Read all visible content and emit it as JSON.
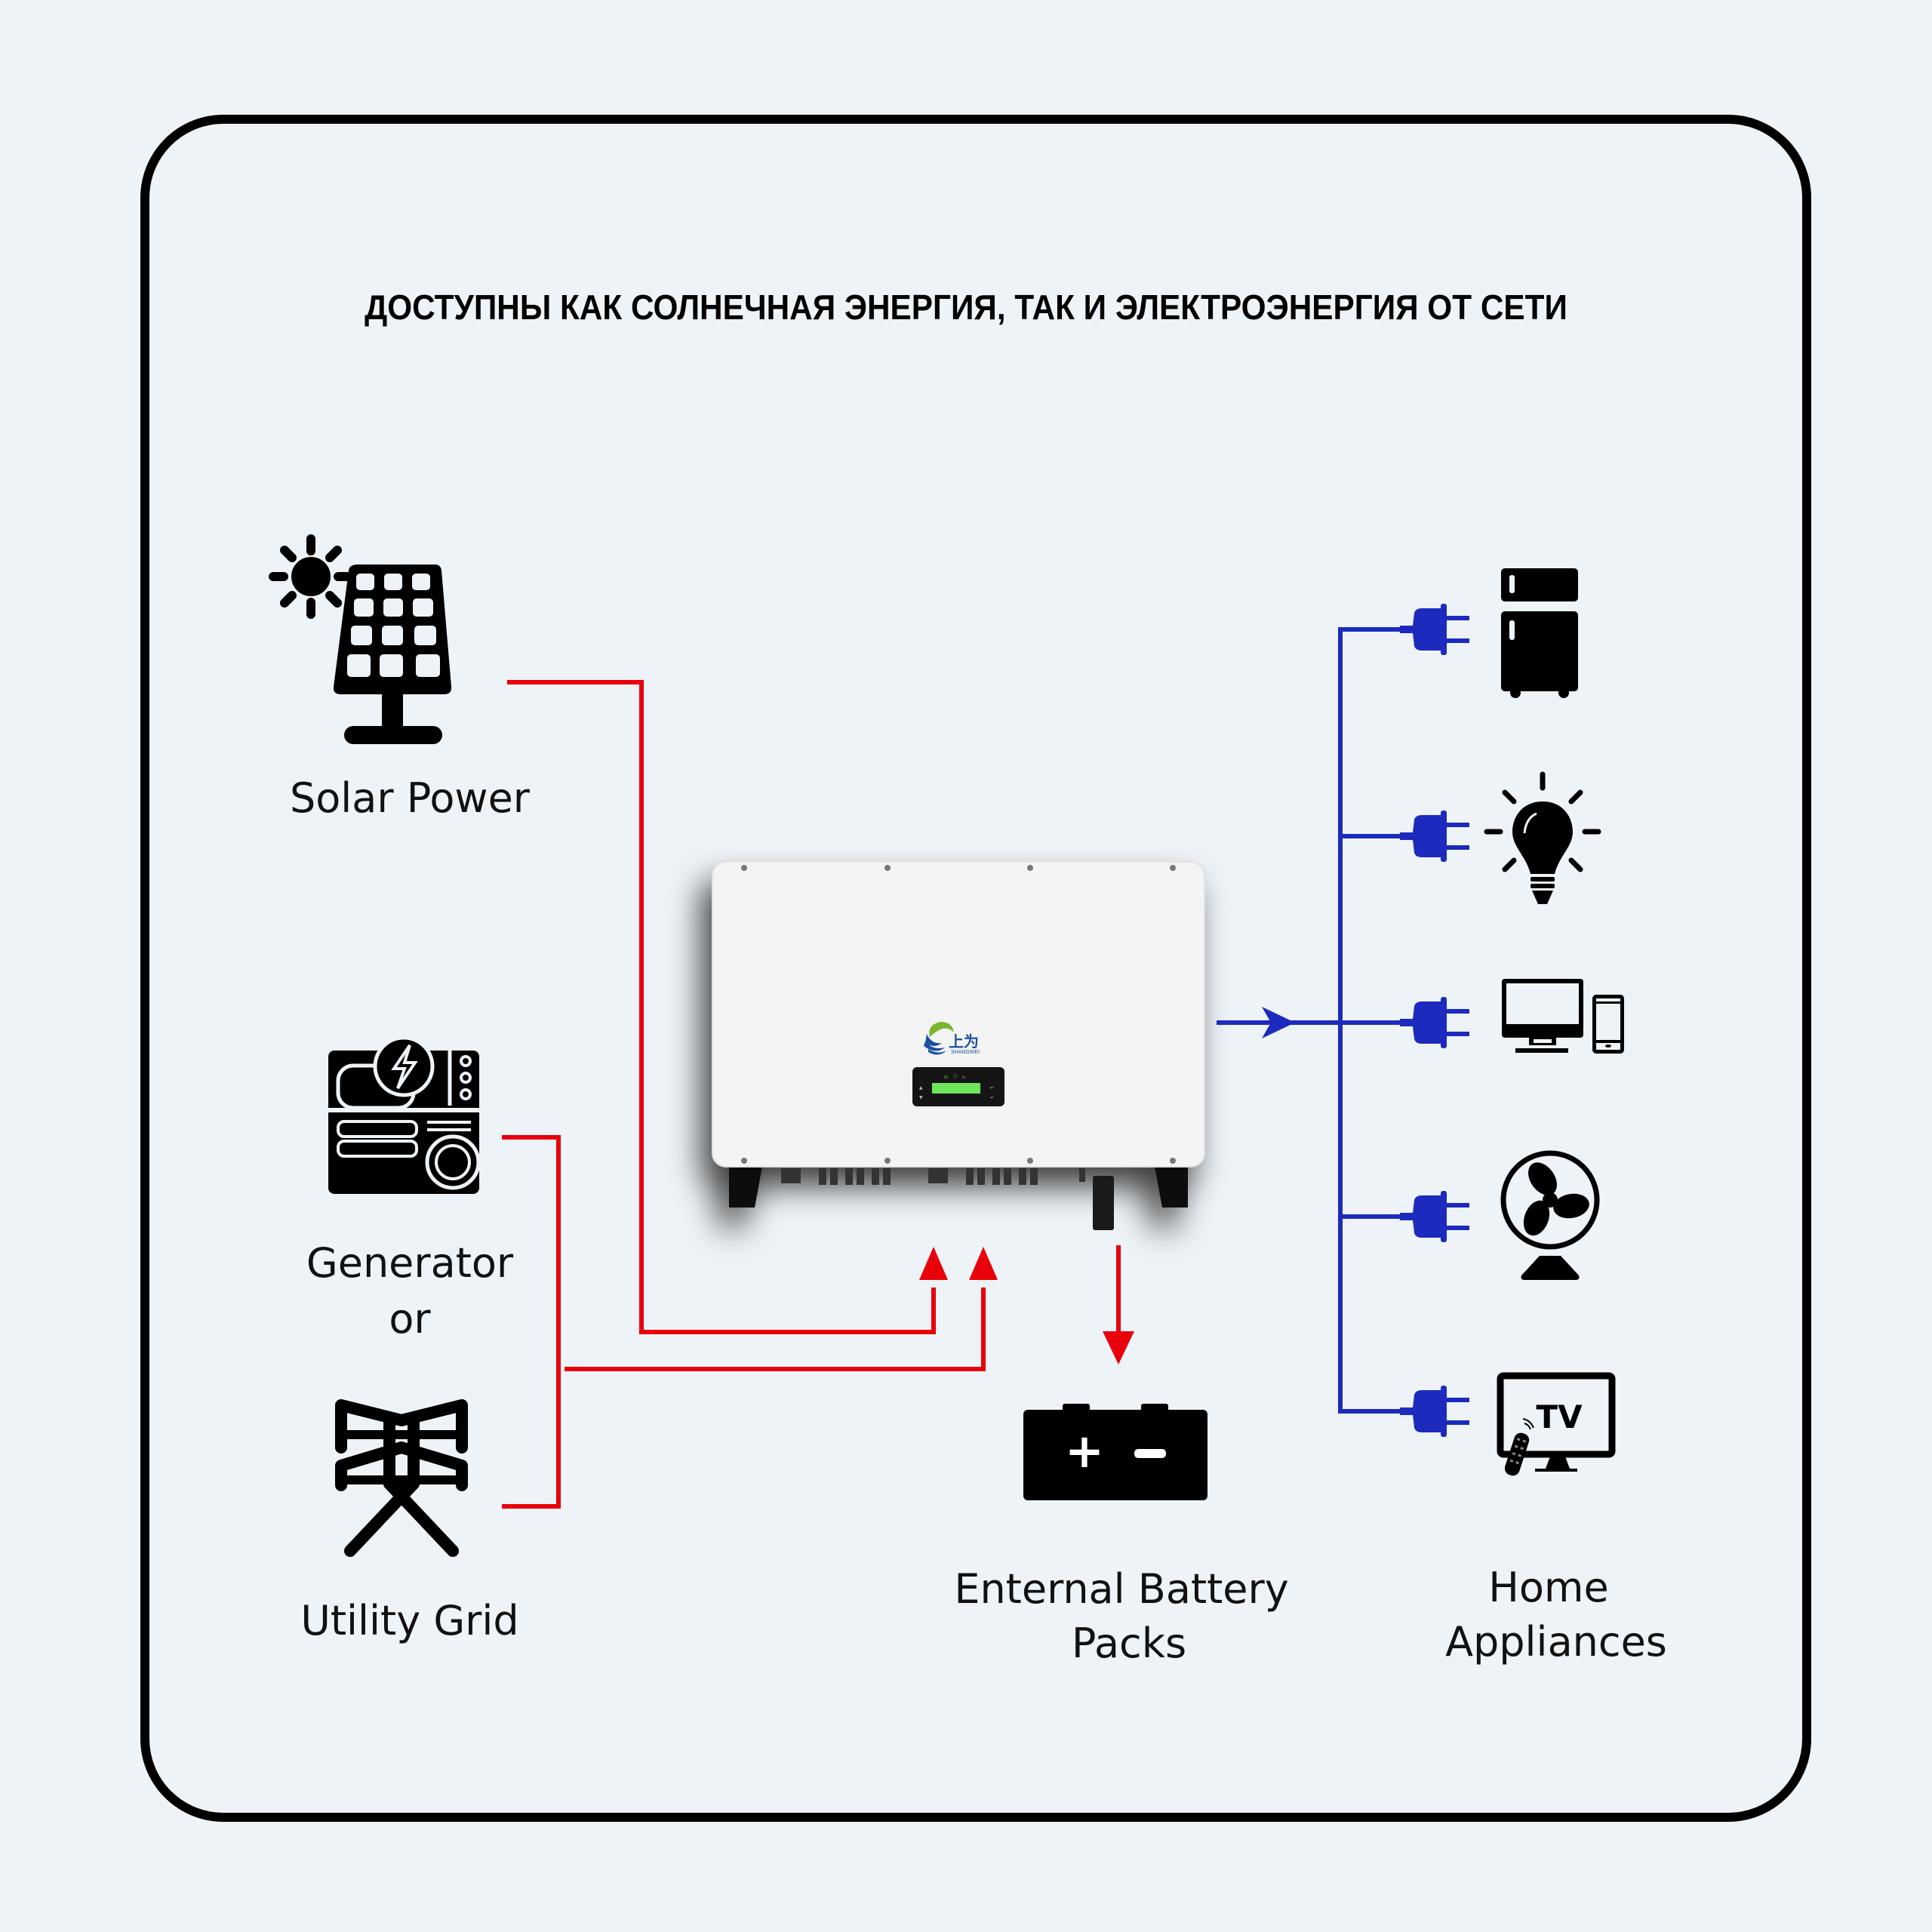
{
  "title": "ДОСТУПНЫ КАК СОЛНЕЧНАЯ ЭНЕРГИЯ, ТАК И ЭЛЕКТРОЭНЕРГИЯ ОТ СЕТИ",
  "sources": [
    {
      "id": "solar",
      "label": "Solar Power",
      "icon": "solar-panel-icon"
    },
    {
      "id": "generator",
      "label": "Generator",
      "icon": "generator-icon"
    },
    {
      "id": "or",
      "label": "or"
    },
    {
      "id": "grid",
      "label": "Utility Grid",
      "icon": "power-tower-icon"
    }
  ],
  "inverter": {
    "brand_cn": "上为",
    "brand_en": "SHANGWEI",
    "display_icons": [
      "power-icon",
      "info-icon",
      "warning-icon"
    ]
  },
  "battery": {
    "label_line1": "Enternal Battery",
    "label_line2": "Packs",
    "plus": "+",
    "minus": "−"
  },
  "appliances": {
    "label_line1": "Home",
    "label_line2": "Appliances",
    "items": [
      {
        "name": "refrigerator",
        "icon": "refrigerator-icon"
      },
      {
        "name": "light-bulb",
        "icon": "light-bulb-icon"
      },
      {
        "name": "computer-phone",
        "icon": "computer-icon"
      },
      {
        "name": "fan",
        "icon": "fan-icon"
      },
      {
        "name": "tv",
        "icon": "tv-icon",
        "text": "TV"
      }
    ]
  },
  "colors": {
    "input_line": "#e8000b",
    "output_line": "#1c2bbd",
    "frame": "#000000",
    "background": "#eef3f7"
  }
}
